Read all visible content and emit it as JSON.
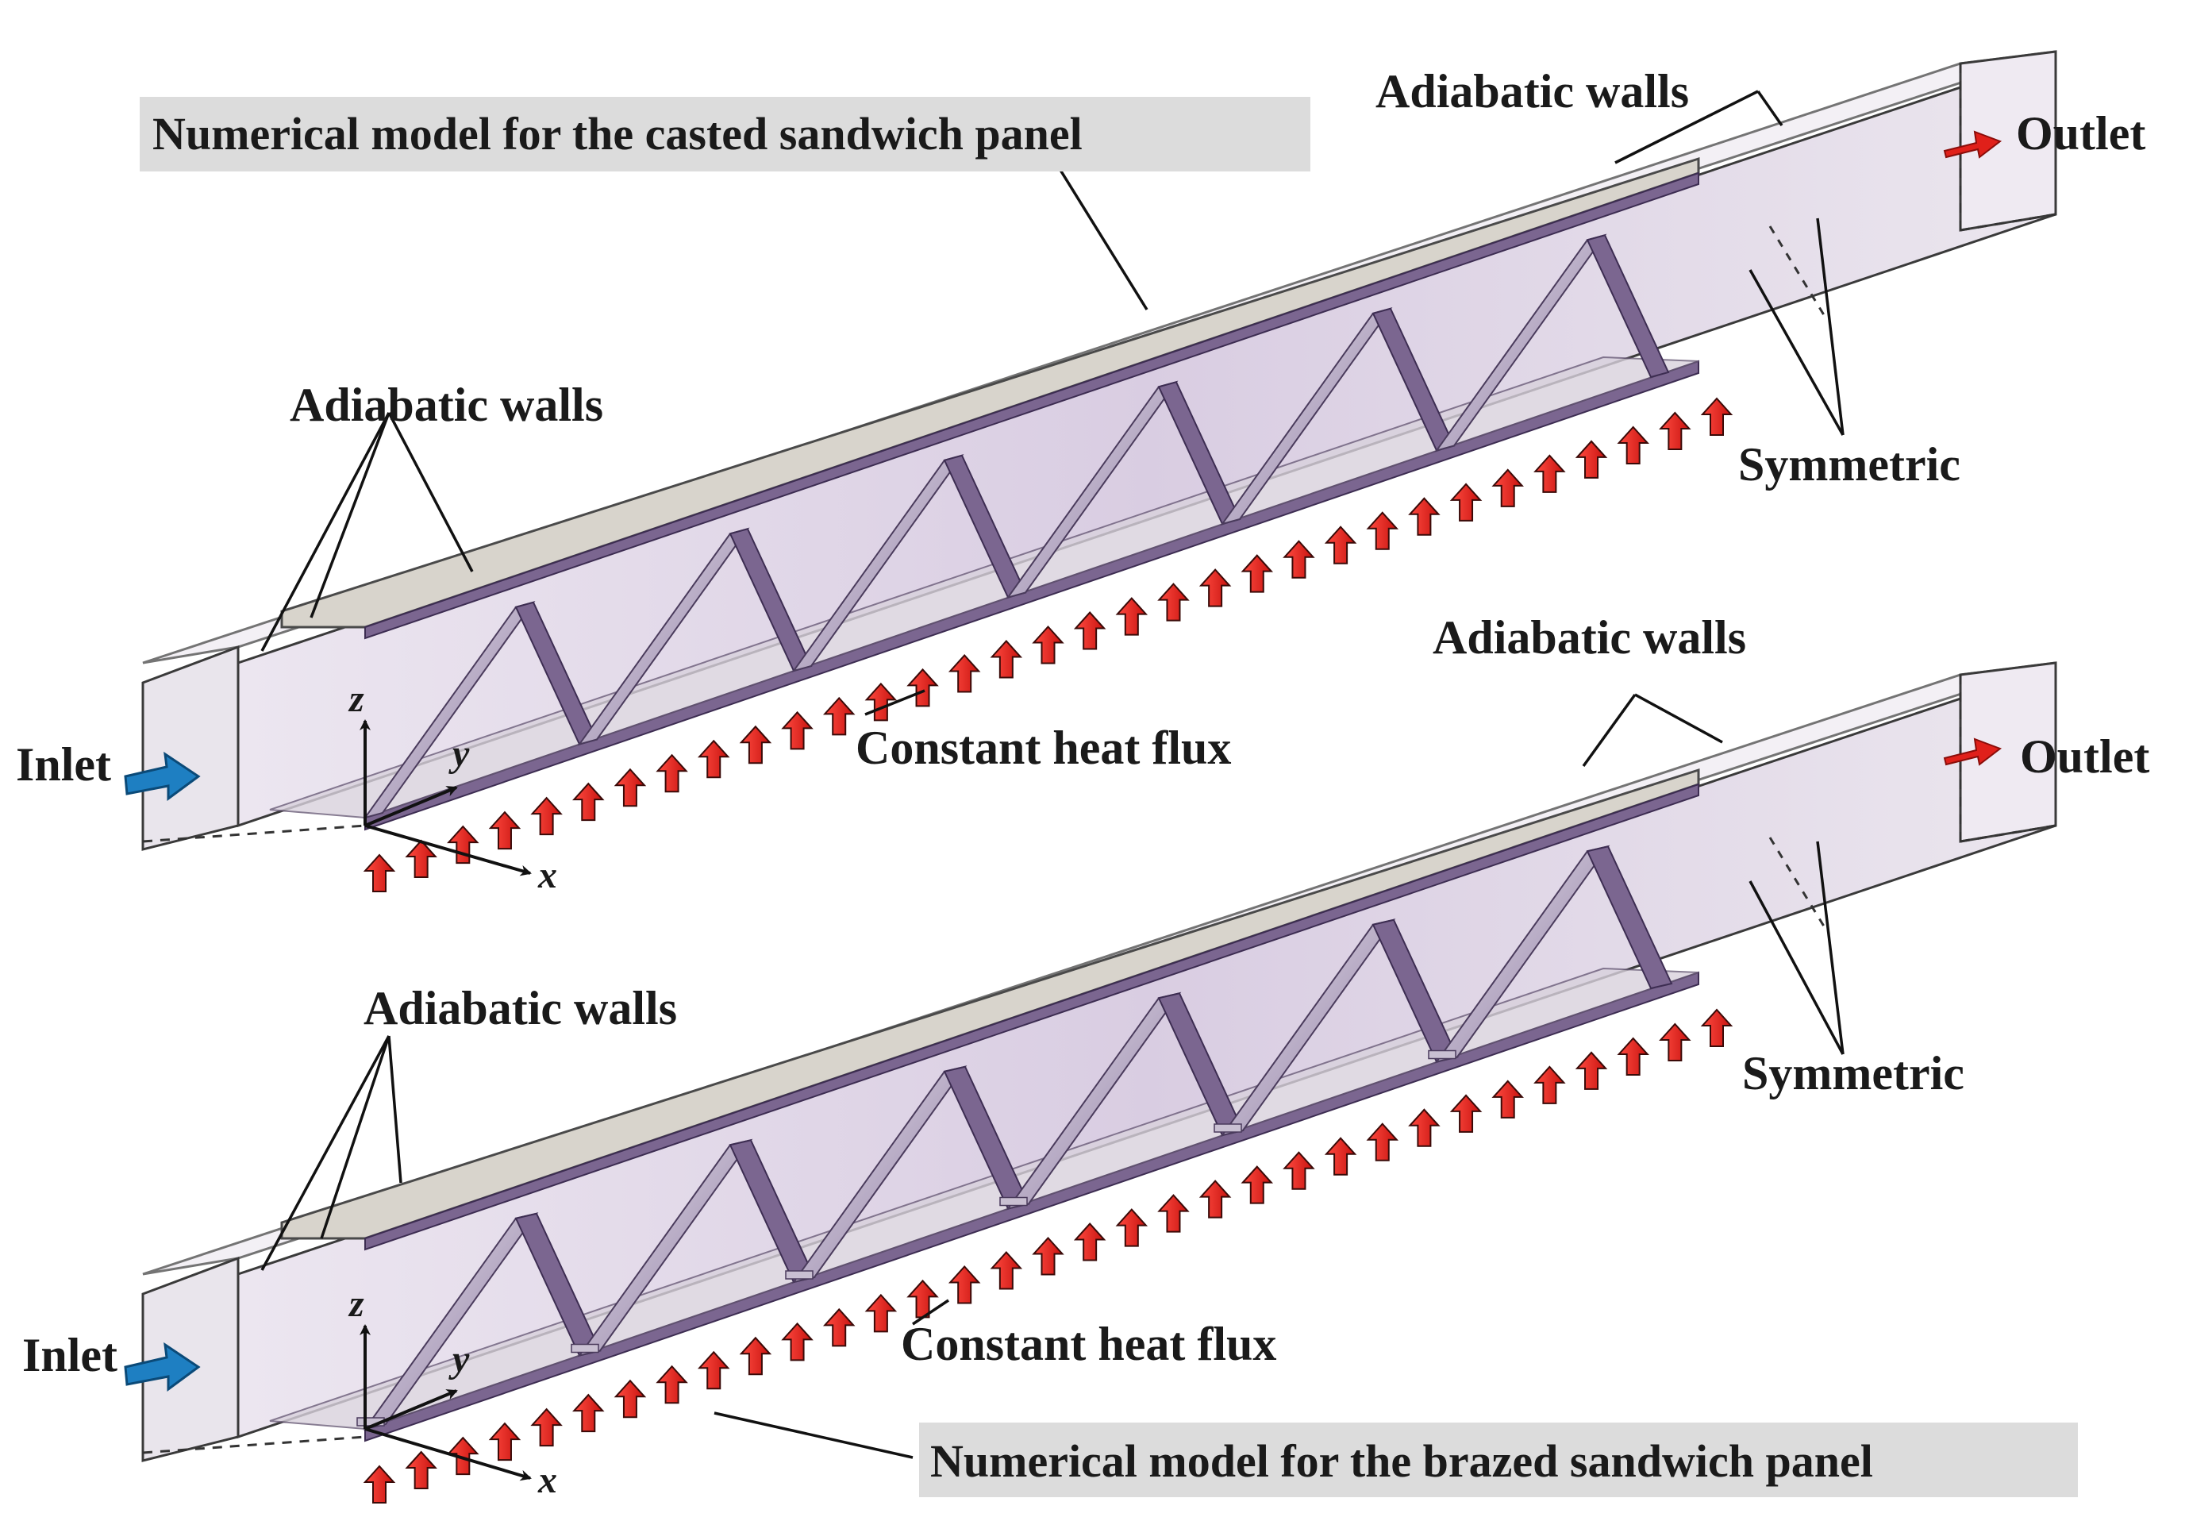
{
  "casted_panel": {
    "title": "Numerical model for the casted sandwich panel",
    "adiabatic_top": "Adiabatic walls",
    "adiabatic_left": "Adiabatic walls",
    "outlet": "Outlet",
    "inlet": "Inlet",
    "symmetric": "Symmetric",
    "heat_flux": "Constant heat flux",
    "axis_z": "z",
    "axis_y": "y",
    "axis_x": "x"
  },
  "brazed_panel": {
    "title": "Numerical model for the brazed sandwich panel",
    "adiabatic_top": "Adiabatic walls",
    "adiabatic_left": "Adiabatic walls",
    "outlet": "Outlet",
    "inlet": "Inlet",
    "symmetric": "Symmetric",
    "heat_flux": "Constant heat flux",
    "axis_z": "z",
    "axis_y": "y",
    "axis_x": "x"
  },
  "colors": {
    "channel_fill": "#e4dcea",
    "core_purple": "#7b6690",
    "truss_light": "#d2c9da",
    "face_sheet": "#d8d4cc",
    "heat_arrow": "#e0201a",
    "inlet_arrow": "#1e7fc2",
    "label_bg": "#dcdcdc"
  }
}
